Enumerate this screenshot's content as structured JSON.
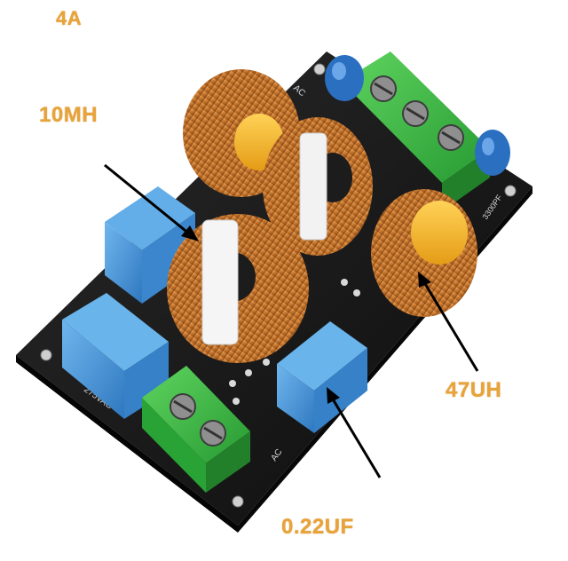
{
  "labels": {
    "current_rating": "4A",
    "common_mode_choke": "10MH",
    "differential_inductor": "47UH",
    "x_capacitor": "0.22UF"
  },
  "board_silkscreen": {
    "voltage_rating": "275VAC",
    "cap_rating": "3300PF",
    "ac_marking": "AC"
  },
  "colors": {
    "label_text": "#e8a33a",
    "pcb": "#161616",
    "copper_coil": "#c8772d",
    "x_cap_blue": "#3d8bd0",
    "terminal_green": "#37b23f",
    "y_cap_blue": "#2a6fc0"
  }
}
